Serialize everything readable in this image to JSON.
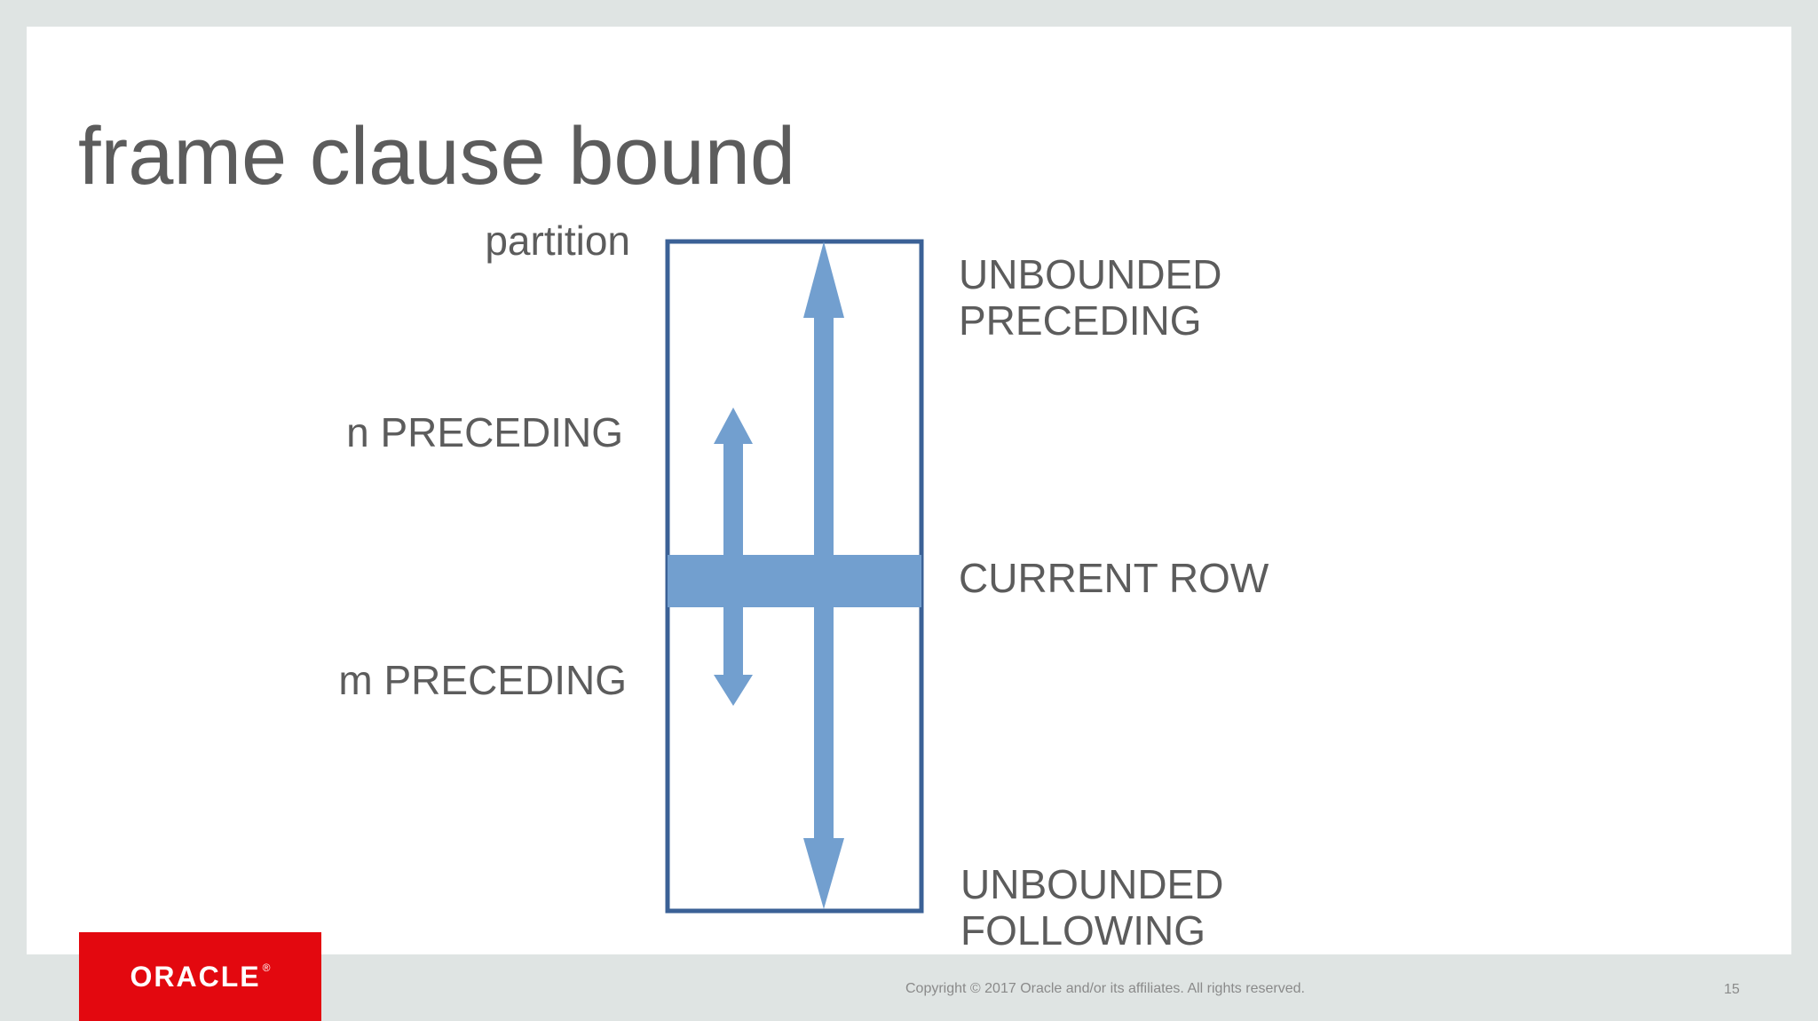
{
  "slide": {
    "title": "frame clause bound",
    "labels": {
      "partition": "partition",
      "unbounded_preceding_line1": "UNBOUNDED",
      "unbounded_preceding_line2": "PRECEDING",
      "n_preceding": "n PRECEDING",
      "current_row": "CURRENT ROW",
      "m_preceding": "m PRECEDING",
      "unbounded_following_line1": "UNBOUNDED",
      "unbounded_following_line2": "FOLLOWING"
    }
  },
  "footer": {
    "logo_text": "ORACLE",
    "logo_mark": "®",
    "copyright": "Copyright © 2017 Oracle and/or its affiliates. All rights reserved.",
    "page_number": "15"
  },
  "colors": {
    "frame_border": "#3b6196",
    "arrow_fill": "#729fcf",
    "logo_bg": "#e3080f",
    "text": "#5c5c5c"
  }
}
